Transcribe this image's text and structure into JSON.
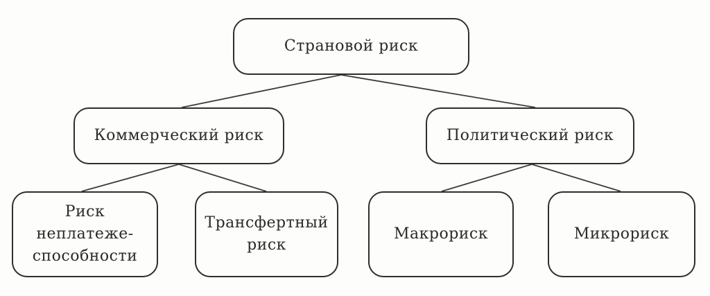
{
  "diagram": {
    "root": {
      "label": "Страновой риск"
    },
    "commercial": {
      "label": "Коммерческий риск"
    },
    "political": {
      "label": "Политический риск"
    },
    "non_payment": {
      "label": "Риск\nнеплатеже-\nспособности"
    },
    "transfer": {
      "label": "Трансфертный\nриск"
    },
    "macro": {
      "label": "Макрориск"
    },
    "micro": {
      "label": "Микрориск"
    }
  }
}
